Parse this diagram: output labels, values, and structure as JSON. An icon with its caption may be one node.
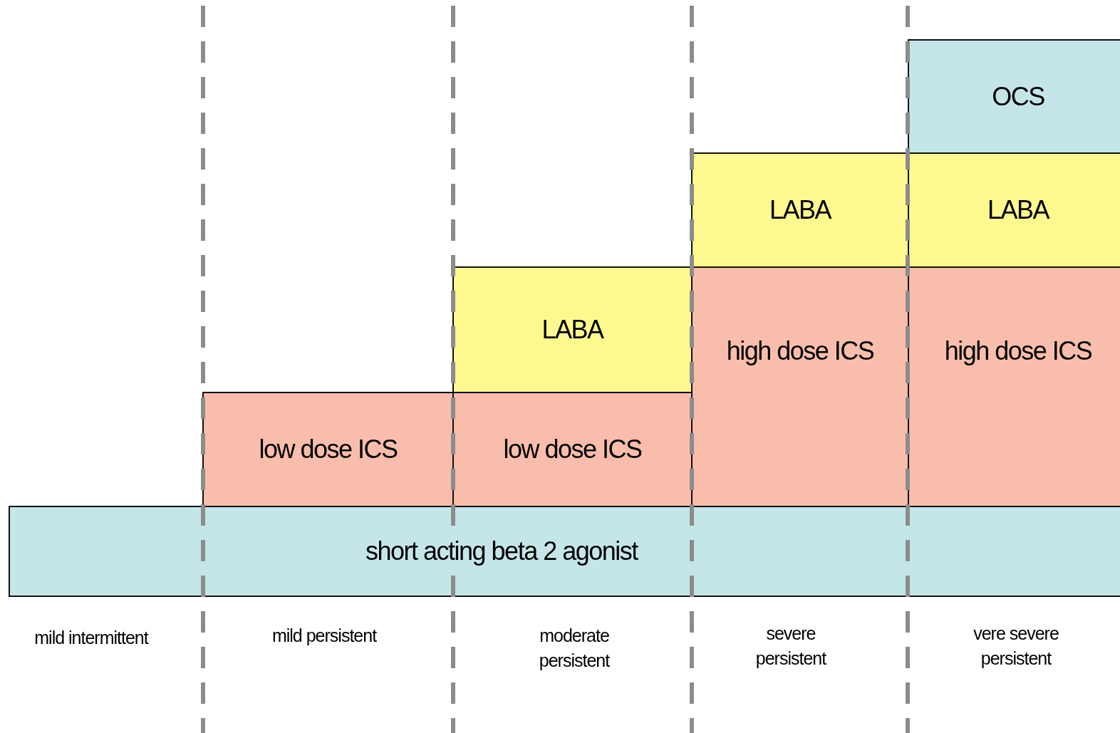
{
  "diagram": {
    "nodes": [
      {
        "text": [
          "OCS"
        ]
      },
      {
        "text": [
          "LABA"
        ]
      },
      {
        "text": [
          "LABA"
        ]
      },
      {
        "text": [
          "LABA"
        ]
      },
      {
        "text": [
          "high dose ICS"
        ]
      },
      {
        "text": [
          "high dose ICS"
        ]
      },
      {
        "text": [
          "low dose ICS"
        ]
      },
      {
        "text": [
          "low dose ICS"
        ]
      },
      {
        "text": [
          "short acting beta 2 agonist"
        ]
      }
    ],
    "edges": [],
    "labels": [
      "mild intermittent",
      "mild persistent",
      "moderate persistent",
      "severe persistent",
      "vere severe persistent"
    ]
  }
}
